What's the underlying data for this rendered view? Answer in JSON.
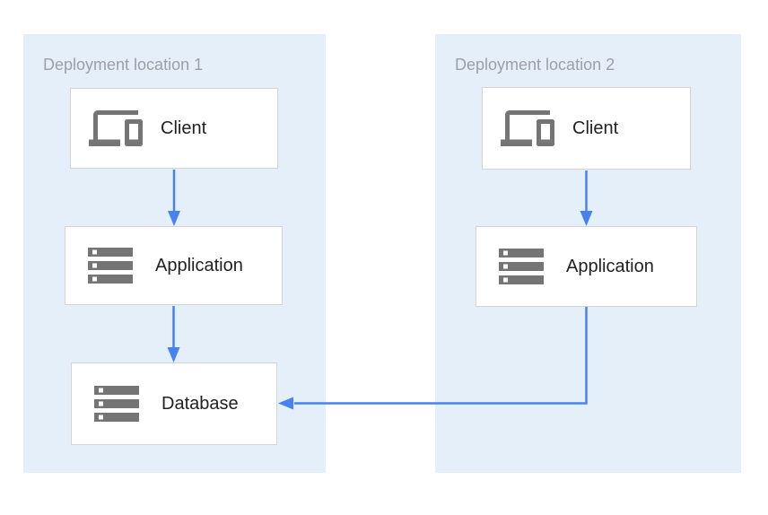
{
  "panels": {
    "loc1": {
      "label": "Deployment location 1"
    },
    "loc2": {
      "label": "Deployment location 2"
    }
  },
  "nodes": {
    "client1": {
      "label": "Client",
      "icon": "devices-icon"
    },
    "app1": {
      "label": "Application",
      "icon": "storage-icon"
    },
    "db1": {
      "label": "Database",
      "icon": "storage-icon"
    },
    "client2": {
      "label": "Client",
      "icon": "devices-icon"
    },
    "app2": {
      "label": "Application",
      "icon": "storage-icon"
    }
  },
  "edges": [
    {
      "from": "client1",
      "to": "app1"
    },
    {
      "from": "app1",
      "to": "db1"
    },
    {
      "from": "client2",
      "to": "app2"
    },
    {
      "from": "app2",
      "to": "db1"
    }
  ],
  "colors": {
    "panel_bg": "#e5effa",
    "arrow_blue": "#4683f0",
    "icon_gray": "#757575",
    "panel_label_gray": "#9aa0a6",
    "node_border": "#d4d4d4",
    "node_text": "#212121",
    "canvas_bg": "#ffffff"
  }
}
